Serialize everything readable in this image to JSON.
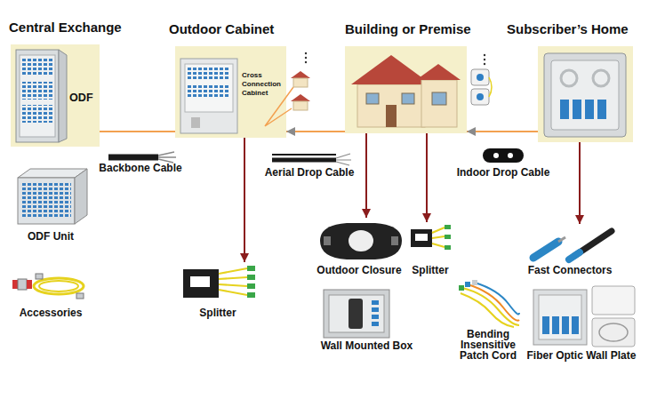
{
  "diagram": {
    "nodes": [
      {
        "text": [
          "Central Exchange",
          "ODF"
        ]
      },
      {
        "text": [
          "Outdoor Cabinet",
          "Cross Connection Cabinet"
        ]
      },
      {
        "text": [
          "Building or Premise"
        ]
      },
      {
        "text": [
          "Subscriber’s Home"
        ]
      },
      {
        "text": [
          "Backbone Cable"
        ]
      },
      {
        "text": [
          "Aerial Drop Cable"
        ]
      },
      {
        "text": [
          "Indoor Drop Cable"
        ]
      },
      {
        "text": [
          "ODF Unit"
        ]
      },
      {
        "text": [
          "Outdoor Closure"
        ]
      },
      {
        "text": [
          "Splitter"
        ]
      },
      {
        "text": [
          "Fast Connectors"
        ]
      },
      {
        "text": [
          "Accessories"
        ]
      },
      {
        "text": [
          "Splitter"
        ]
      },
      {
        "text": [
          "Wall Mounted Box"
        ]
      },
      {
        "text": [
          "Bending Insensitive Patch Cord"
        ]
      },
      {
        "text": [
          "Fiber Optic Wall Plate"
        ]
      }
    ],
    "edges": [
      {
        "from": 0,
        "to": 1,
        "arrow": "none"
      },
      {
        "from": 2,
        "to": 1,
        "arrow": "to"
      },
      {
        "from": 3,
        "to": 2,
        "arrow": "to"
      },
      {
        "from": 1,
        "to": 12,
        "arrow": "to"
      },
      {
        "from": 2,
        "to": 8,
        "arrow": "to"
      },
      {
        "from": 2,
        "to": 9,
        "arrow": "to"
      },
      {
        "from": 3,
        "to": 10,
        "arrow": "to"
      }
    ]
  }
}
